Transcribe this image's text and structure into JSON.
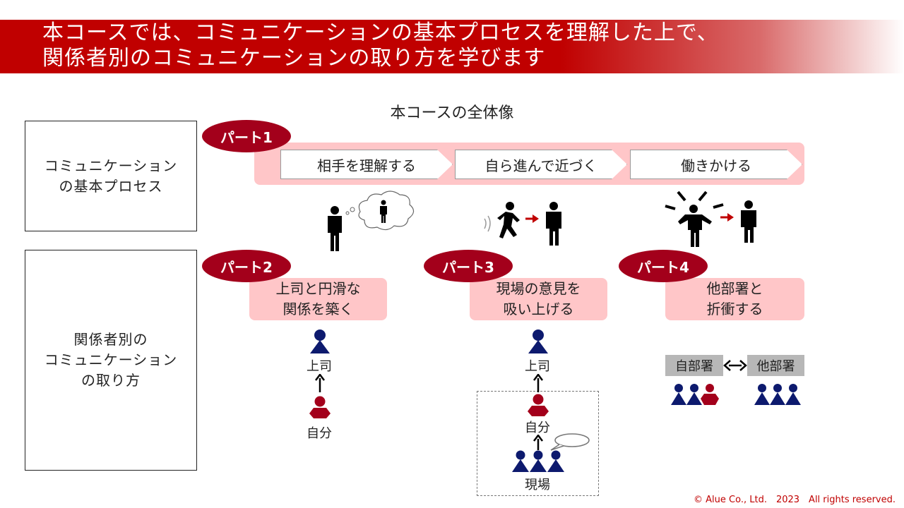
{
  "banner": {
    "line1": "本コースでは、コミュニケーションの基本プロセスを理解した上で、",
    "line2": "関係者別のコミュニケーションの取り方を学びます"
  },
  "overview_title": "本コースの全体像",
  "left_boxes": {
    "basic": {
      "line1": "コミュニケーション",
      "line2": "の基本プロセス"
    },
    "by_person": {
      "line1": "関係者別の",
      "line2": "コミュニケーション",
      "line3": "の取り方"
    }
  },
  "parts": {
    "part1": {
      "label": "パート1",
      "steps": [
        "相手を理解する",
        "自ら進んで近づく",
        "働きかける"
      ]
    },
    "part2": {
      "label": "パート2",
      "line1": "上司と円滑な",
      "line2": "関係を築く",
      "boss": "上司",
      "self": "自分"
    },
    "part3": {
      "label": "パート3",
      "line1": "現場の意見を",
      "line2": "吸い上げる",
      "boss": "上司",
      "self": "自分",
      "field": "現場"
    },
    "part4": {
      "label": "パート4",
      "line1": "他部署と",
      "line2": "折衝する",
      "own_dept": "自部署",
      "other_dept": "他部署"
    }
  },
  "colors": {
    "accent": "#c00000",
    "pill": "#a3001b",
    "pink": "#ffc6c8",
    "navy": "#0d1a6e",
    "red_person": "#a3001b"
  },
  "copyright": "© Alue Co., Ltd.　2023　All rights reserved."
}
